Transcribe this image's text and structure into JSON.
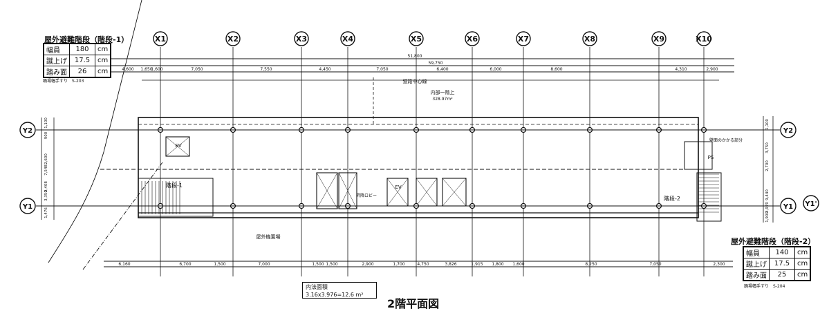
{
  "drawing_title": "2階平面図",
  "grid_x": [
    "X1",
    "X2",
    "X3",
    "X4",
    "X5",
    "X6",
    "X7",
    "X8",
    "X9",
    "X10"
  ],
  "grid_y_left": [
    "Y2",
    "Y1"
  ],
  "grid_y_right": [
    "Y2",
    "Y1",
    "Y1'"
  ],
  "stair1": {
    "title": "屋外避難階段（階段-1）",
    "rows": [
      {
        "label": "幅員",
        "value": "180",
        "unit": "cm"
      },
      {
        "label": "蹴上げ",
        "value": "17.5",
        "unit": "cm"
      },
      {
        "label": "踏み面",
        "value": "26",
        "unit": "cm"
      }
    ],
    "note": "踊場幅手すり　S-203"
  },
  "stair2": {
    "title": "屋外避難階段（階段-2）",
    "rows": [
      {
        "label": "幅員",
        "value": "140",
        "unit": "cm"
      },
      {
        "label": "蹴上げ",
        "value": "17.5",
        "unit": "cm"
      },
      {
        "label": "踏み面",
        "value": "25",
        "unit": "cm"
      }
    ],
    "note": "踊場幅手すり　S-204"
  },
  "area_box": {
    "label": "内法面積",
    "value": "3.16x3.976=12.6 m²"
  },
  "room_labels": {
    "road_center": "道路中心線",
    "stair_1": "階段-1",
    "stair_2": "階段-2",
    "outdoor_gate": "屋外機置場",
    "elevator_lobby": "昇降ロビー",
    "ev": "EV",
    "ps": "PS",
    "kaidan": "屋外避難階段",
    "building_area": "内部一階上",
    "area_value": "328.97m²",
    "wall_note": "壁面のかかる部分"
  },
  "top_dims": {
    "overall_a": "51,800",
    "overall_b": "59,750",
    "spans": [
      "4,600",
      "1,650",
      "1,600",
      "7,050",
      "7,550",
      "4,450",
      "7,050",
      "6,400",
      "6,000",
      "8,600",
      "4,310",
      "2,900"
    ]
  },
  "bottom_dims": [
    "6,160",
    "6,700",
    "1,500",
    "7,000",
    "1,500",
    "1,500",
    "2,900",
    "1,700",
    "4,750",
    "3,826",
    "1,915",
    "1,800",
    "1,600",
    "8,250",
    "7,050",
    "2,300"
  ],
  "left_dims": [
    "1,100",
    "900",
    "2,600",
    "7,548",
    "2,408",
    "3,350",
    "1,476"
  ],
  "right_dims": [
    "1,100",
    "3,750",
    "2,700",
    "9,440",
    "4,970",
    "1,900"
  ]
}
